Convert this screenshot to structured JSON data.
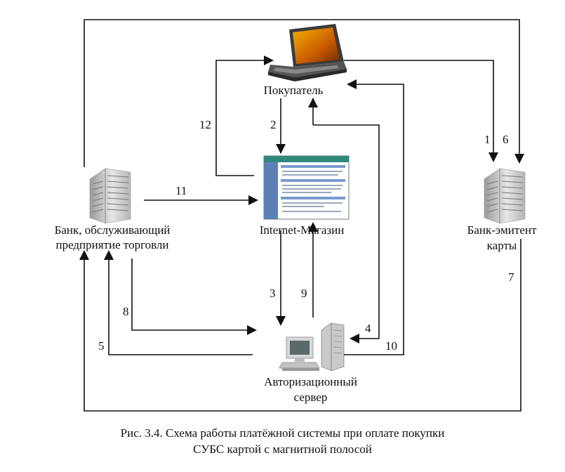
{
  "nodes": {
    "buyer": "Покупатель",
    "shop": "Internet-Магазин",
    "acquirer_line1": "Банк, обслуживающий",
    "acquirer_line2": "предприятие торговли",
    "issuer_line1": "Банк-эмитент",
    "issuer_line2": "карты",
    "auth_line1": "Авторизационный",
    "auth_line2": "сервер"
  },
  "steps": [
    "1",
    "2",
    "3",
    "4",
    "5",
    "6",
    "7",
    "8",
    "9",
    "10",
    "11",
    "12"
  ],
  "caption": {
    "line1": "Рис. 3.4. Схема работы платёжной системы при оплате покупки",
    "line2": "СУБС картой с магнитной полосой"
  },
  "icons": {
    "buyer": "laptop-icon",
    "shop": "webpage-icon",
    "acquirer": "bank-building-icon",
    "issuer": "bank-building-icon",
    "auth": "server-computer-icon"
  }
}
